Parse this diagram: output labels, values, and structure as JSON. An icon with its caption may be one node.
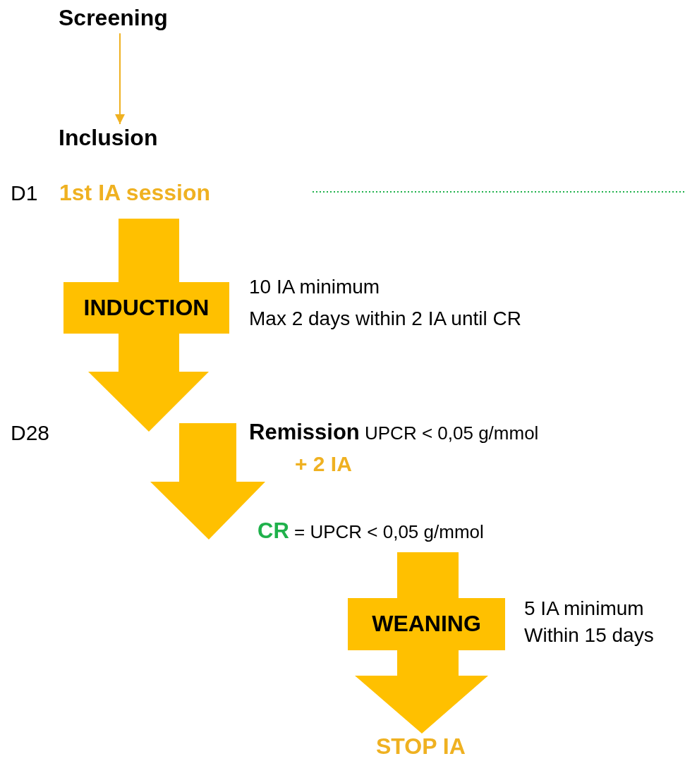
{
  "diagram": {
    "nodes": [
      {
        "text": [
          "Screening"
        ]
      },
      {
        "text": [
          "Inclusion"
        ]
      },
      {
        "text": [
          "1st  IA session"
        ]
      },
      {
        "text": [
          "INDUCTION"
        ],
        "beside": [
          "10 IA minimum",
          "Max 2 days within 2 IA until CR"
        ]
      },
      {
        "text": [
          "**Remission** UPCR < 0,05 g/mmol"
        ]
      },
      {
        "text": [],
        "shape": "arrow"
      },
      {
        "text": [
          "**CR** = UPCR < 0,05 g/mmol"
        ]
      },
      {
        "text": [
          "WEANING"
        ],
        "beside": [
          "5 IA minimum",
          "Within 15 days"
        ]
      },
      {
        "text": [
          "STOP IA"
        ]
      }
    ],
    "edges": [
      {
        "from": 0,
        "to": 1,
        "arrow": "to"
      }
    ],
    "labels": [
      "D1",
      "D28",
      "+ 2 IA"
    ]
  }
}
